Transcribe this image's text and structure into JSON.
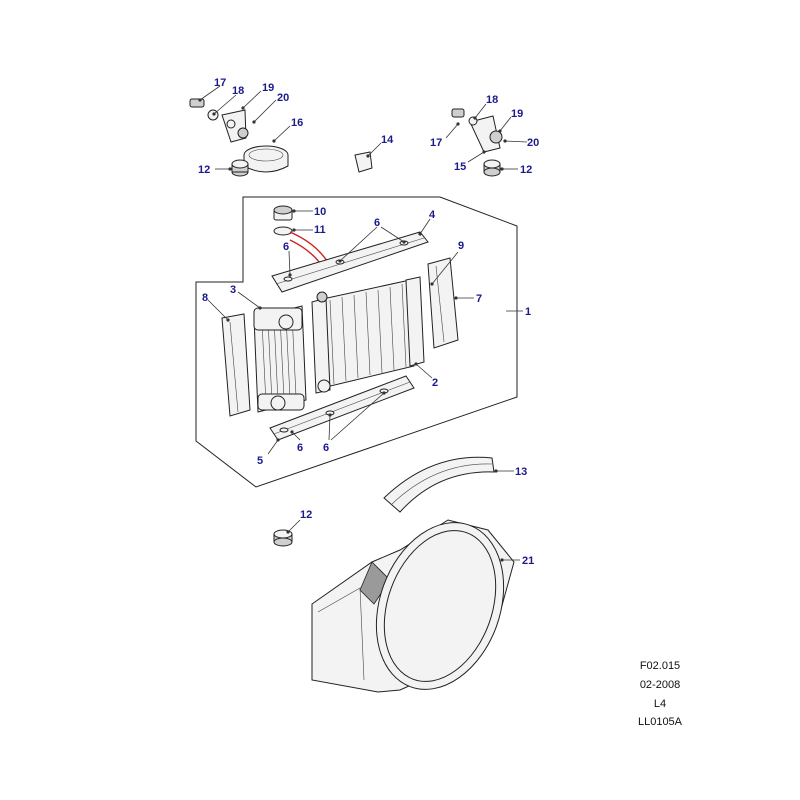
{
  "callouts": {
    "c1": "1",
    "c2": "2",
    "c3": "3",
    "c4": "4",
    "c5": "5",
    "c6a": "6",
    "c6b": "6",
    "c6c": "6",
    "c6d": "6",
    "c7": "7",
    "c8": "8",
    "c9": "9",
    "c10": "10",
    "c11": "11",
    "c12a": "12",
    "c12b": "12",
    "c12c": "12",
    "c13": "13",
    "c14": "14",
    "c15": "15",
    "c16": "16",
    "c17a": "17",
    "c17b": "17",
    "c18a": "18",
    "c18b": "18",
    "c19a": "19",
    "c19b": "19",
    "c20a": "20",
    "c20b": "20",
    "c21": "21"
  },
  "drawing_ref": {
    "figure": "F02.015",
    "date": "02-2008",
    "model": "L4",
    "code": "LL0105A"
  },
  "colors": {
    "callout": "#1a1a8c",
    "hose_highlight": "#cc2222"
  }
}
